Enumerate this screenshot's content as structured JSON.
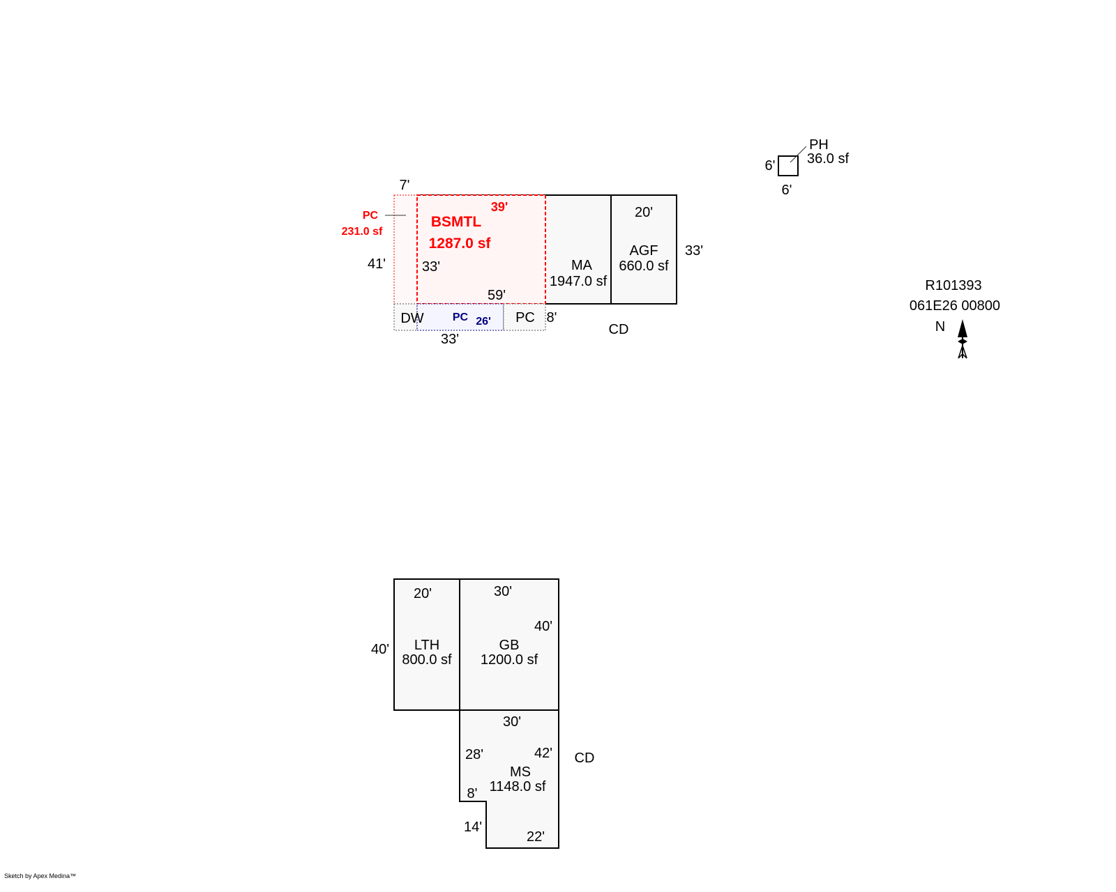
{
  "colors": {
    "basement_red": "#ff0000",
    "porch_navy": "#000080",
    "area_fill": "#f8f8f8"
  },
  "upper_sketch": {
    "pc_left": {
      "label": "PC",
      "area": "231.0 sf",
      "dim_top": "7'",
      "dim_left": "41'"
    },
    "bsmtl": {
      "label": "BSMTL",
      "area": "1287.0 sf",
      "dim_top": "39'",
      "dim_left": "33'",
      "dim_bottom": "59'"
    },
    "ma": {
      "label": "MA",
      "area": "1947.0 sf"
    },
    "agf": {
      "label": "AGF",
      "area": "660.0 sf",
      "dim_top": "20'",
      "dim_right": "33'"
    },
    "dw": {
      "label": "DW"
    },
    "pc_bottom": {
      "label": "PC",
      "dim": "26'"
    },
    "pc_right": {
      "label": "PC",
      "dim": "8'"
    },
    "dim_bottom": "33'",
    "cd": "CD"
  },
  "ph": {
    "label": "PH",
    "area": "36.0 sf",
    "dim_left": "6'",
    "dim_bottom": "6'"
  },
  "parcel": {
    "id": "R101393",
    "number": "061E26  00800",
    "north": "N"
  },
  "lower_sketch": {
    "lth": {
      "label": "LTH",
      "area": "800.0 sf",
      "dim_top": "20'",
      "dim_left": "40'"
    },
    "gb": {
      "label": "GB",
      "area": "1200.0 sf",
      "dim_top": "30'",
      "dim_right": "40'"
    },
    "ms": {
      "label": "MS",
      "area": "1148.0 sf",
      "dim_top": "30'",
      "dim_left": "28'",
      "dim_right": "42'",
      "dim_step": "8'",
      "dim_lower_left": "14'",
      "dim_bottom": "22'"
    },
    "cd": "CD"
  },
  "footer": "Sketch by Apex Medina™"
}
